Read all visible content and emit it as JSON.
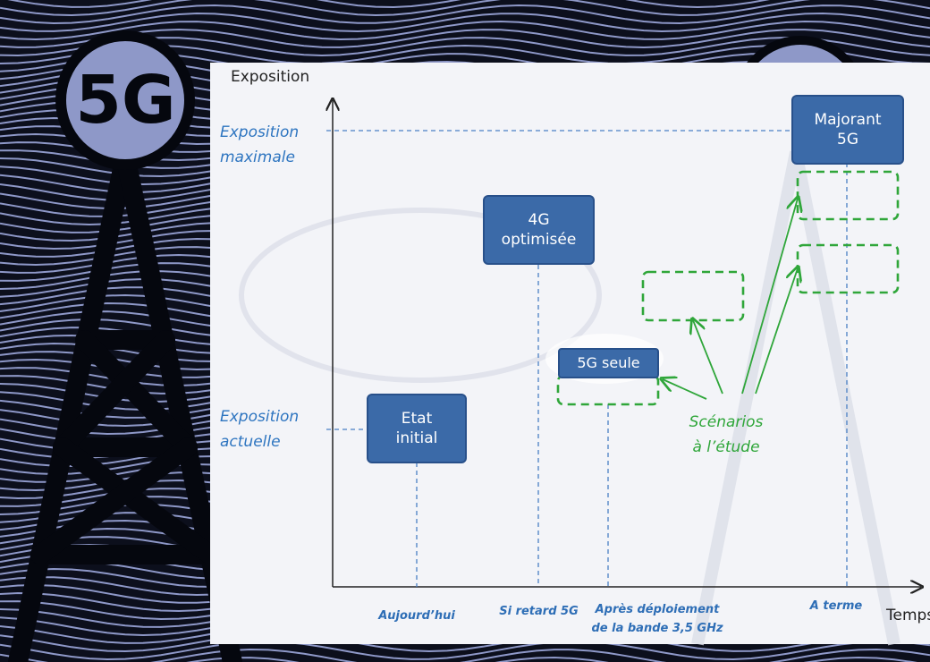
{
  "badge": "5G",
  "axes": {
    "y_label": "Exposition",
    "x_label": "Temps"
  },
  "levels": {
    "max": [
      "Exposition",
      "maximale"
    ],
    "actual": [
      "Exposition",
      "actuelle"
    ]
  },
  "boxes": {
    "etat": [
      "Etat",
      "initial"
    ],
    "g4": [
      "4G",
      "optimisée"
    ],
    "g5": "5G seule",
    "majorant": [
      "Majorant",
      "5G"
    ]
  },
  "scenarios": [
    "Scénarios",
    "à l’étude"
  ],
  "x_ticks": {
    "today": "Aujourd’hui",
    "delay": "Si retard 5G",
    "deploy": [
      "Après déploiement",
      "de la bande 3,5 GHz"
    ],
    "term": "A terme"
  },
  "colors": {
    "box": "#3b6aa8",
    "guide": "#4a7fc4",
    "scenario": "#2fa63a",
    "background": "#0c0f1c"
  }
}
